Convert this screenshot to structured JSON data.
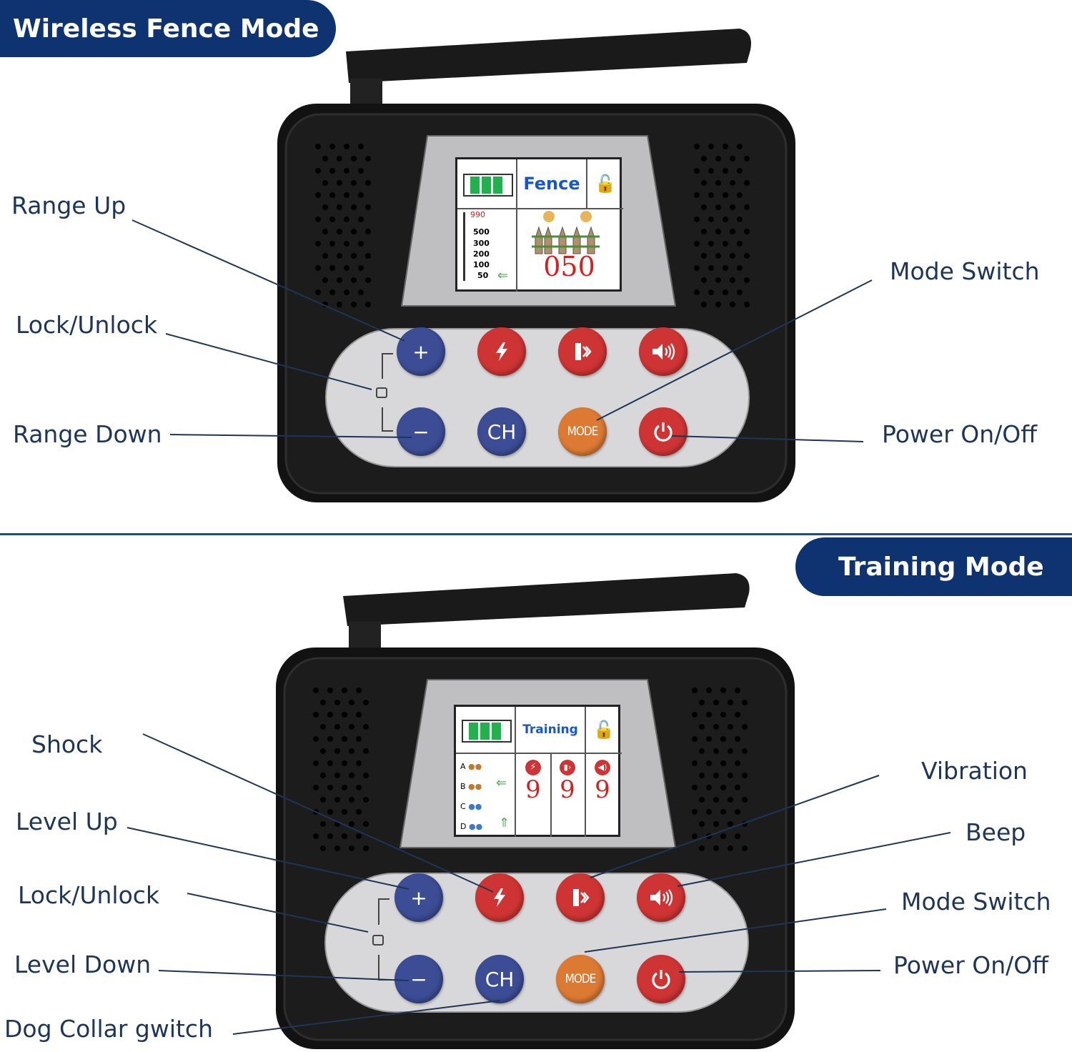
{
  "fence_section": {
    "banner": "Wireless Fence Mode",
    "labels": {
      "range_up": "Range Up",
      "lock_unlock": "Lock/Unlock",
      "range_down": "Range Down",
      "mode_switch": "Mode Switch",
      "power": "Power On/Off"
    },
    "screen": {
      "mode": "Fence",
      "scale": [
        "990",
        "500",
        "300",
        "200",
        "100",
        "50"
      ],
      "distance": "050"
    }
  },
  "training_section": {
    "banner": "Training Mode",
    "labels": {
      "shock": "Shock",
      "level_up": "Level Up",
      "lock_unlock": "Lock/Unlock",
      "level_down": "Level Down",
      "dog_collar_switch": "Dog Collar gwitch",
      "vibration": "Vibration",
      "beep": "Beep",
      "mode_switch": "Mode Switch",
      "power": "Power On/Off"
    },
    "screen": {
      "mode": "Training",
      "dogs": [
        "A",
        "B",
        "C",
        "D"
      ],
      "levels": [
        "9",
        "9",
        "9"
      ]
    }
  },
  "buttons": {
    "plus": "+",
    "minus": "−",
    "ch": "CH",
    "mode": "MODE"
  },
  "colors": {
    "banner": "#0f3370",
    "label_text": "#1e3558",
    "button_blue": "#3d4d95",
    "button_red": "#cf3434",
    "button_orange": "#dc7a34",
    "battery_green": "#22b14c",
    "distance_red": "#d32020"
  },
  "icons": [
    "shock-icon",
    "vibration-icon",
    "beep-icon",
    "power-icon",
    "lock-icon",
    "antenna-icon",
    "battery-icon",
    "dog-icon",
    "fence-icon",
    "arrow-icon"
  ]
}
